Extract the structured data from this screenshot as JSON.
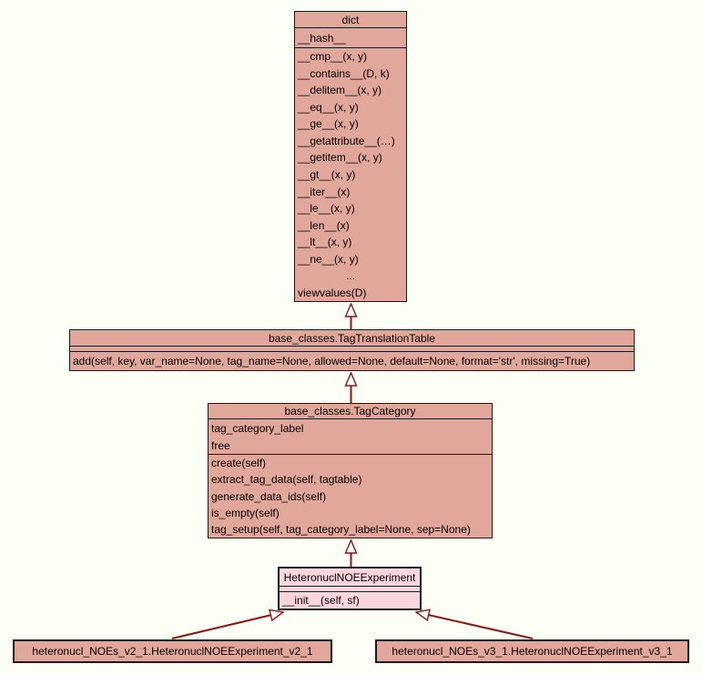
{
  "colors": {
    "background": "#fcfff5",
    "class_fill": "#e2a79b",
    "highlight_fill": "#fcd6dc",
    "box_border": "#1a1a1a",
    "arrow": "#8e1414",
    "text": "#000000"
  },
  "classes": {
    "dict": {
      "title": "dict",
      "attributes": [
        "__hash__"
      ],
      "methods": [
        "__cmp__(x, y)",
        "__contains__(D, k)",
        "__delitem__(x, y)",
        "__eq__(x, y)",
        "__ge__(x, y)",
        "__getattribute__(…)",
        "__getitem__(x, y)",
        "__gt__(x, y)",
        "__iter__(x)",
        "__le__(x, y)",
        "__len__(x)",
        "__lt__(x, y)",
        "__ne__(x, y)",
        "...",
        "viewvalues(D)"
      ]
    },
    "tag_translation_table": {
      "title": "base_classes.TagTranslationTable",
      "attributes": [],
      "methods": [
        "add(self, key, var_name=None, tag_name=None, allowed=None, default=None, format='str', missing=True)"
      ]
    },
    "tag_category": {
      "title": "base_classes.TagCategory",
      "attributes": [
        "tag_category_label",
        "free"
      ],
      "methods": [
        "create(self)",
        "extract_tag_data(self, tagtable)",
        "generate_data_ids(self)",
        "is_empty(self)",
        "tag_setup(self, tag_category_label=None, sep=None)"
      ]
    },
    "heteronucl_noe_experiment": {
      "title": "HeteronuclNOEExperiment",
      "attributes": [],
      "methods": [
        "__init__(self, sf)"
      ]
    },
    "experiment_v2_1": {
      "title": "heteronucl_NOEs_v2_1.HeteronuclNOEExperiment_v2_1"
    },
    "experiment_v3_1": {
      "title": "heteronucl_NOEs_v3_1.HeteronuclNOEExperiment_v3_1"
    }
  },
  "edges": [
    {
      "from": "base_classes.TagTranslationTable",
      "to": "dict",
      "type": "inheritance"
    },
    {
      "from": "base_classes.TagCategory",
      "to": "base_classes.TagTranslationTable",
      "type": "inheritance"
    },
    {
      "from": "HeteronuclNOEExperiment",
      "to": "base_classes.TagCategory",
      "type": "inheritance"
    },
    {
      "from": "heteronucl_NOEs_v2_1.HeteronuclNOEExperiment_v2_1",
      "to": "HeteronuclNOEExperiment",
      "type": "inheritance"
    },
    {
      "from": "heteronucl_NOEs_v3_1.HeteronuclNOEExperiment_v3_1",
      "to": "HeteronuclNOEExperiment",
      "type": "inheritance"
    }
  ]
}
